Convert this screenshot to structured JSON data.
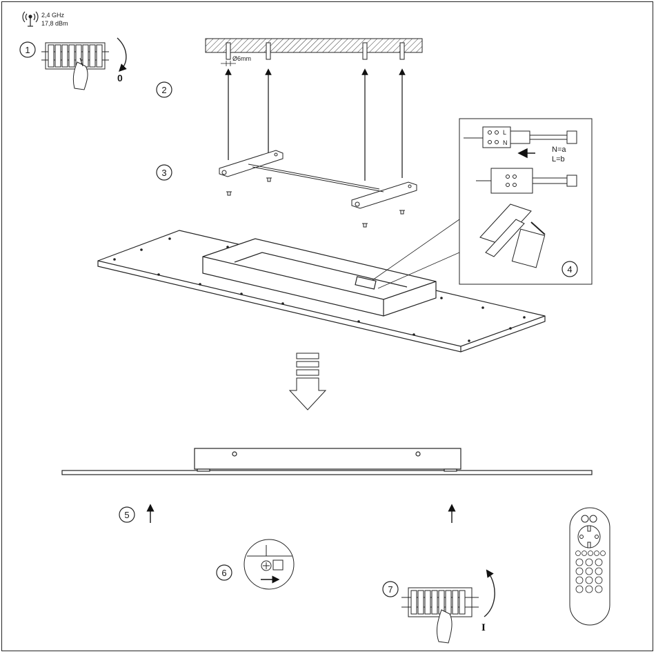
{
  "wifi": {
    "icon": "wifi-antenna-icon",
    "frequency": "2,4 GHz",
    "power": "17,8 dBm"
  },
  "steps": [
    "1",
    "2",
    "3",
    "4",
    "5",
    "6",
    "7"
  ],
  "step1": {
    "switch_state": "0"
  },
  "step2": {
    "hole_diameter": "Ø6mm"
  },
  "step4": {
    "wire_n": "N=a",
    "wire_l": "L=b",
    "terminal_l": "L",
    "terminal_n": "N"
  },
  "step7": {
    "switch_state": "I"
  }
}
